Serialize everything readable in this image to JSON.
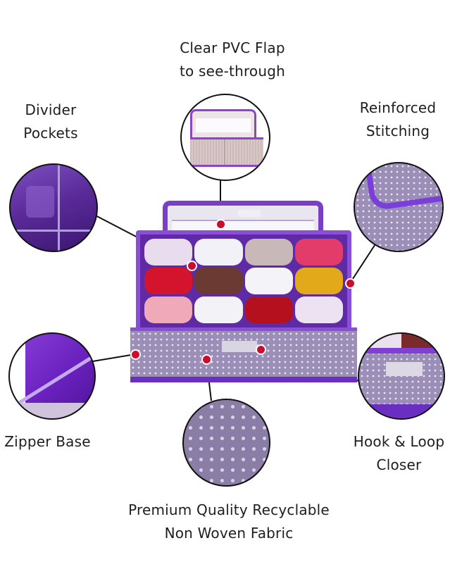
{
  "features": [
    {
      "id": "pvc-flap",
      "lines": [
        "Clear PVC Flap",
        "to see-through"
      ]
    },
    {
      "id": "divider-pockets",
      "lines": [
        "Divider",
        "Pockets"
      ]
    },
    {
      "id": "reinforced-stitching",
      "lines": [
        "Reinforced",
        "Stitching"
      ]
    },
    {
      "id": "zipper-base",
      "lines": [
        "Zipper Base"
      ]
    },
    {
      "id": "hook-loop",
      "lines": [
        "Hook & Loop",
        "Closer"
      ]
    },
    {
      "id": "fabric",
      "lines": [
        "Premium Quality Recyclable",
        "Non Woven Fabric"
      ]
    }
  ],
  "colors": {
    "accent_purple": "#7b3fc4",
    "callout_dot": "#c8102e",
    "fabric_grey": "#9b8fb8",
    "connector": "#111111"
  },
  "product": {
    "compartments": 12,
    "cell_colors": [
      "#e9dcef",
      "#f1f1f7",
      "#c9b8b8",
      "#e33c6a",
      "#d3142c",
      "#6b3a32",
      "#f4f4f8",
      "#e2aa1a",
      "#f0a9b9",
      "#f3f3f7",
      "#b5101e",
      "#ece2f2"
    ]
  }
}
